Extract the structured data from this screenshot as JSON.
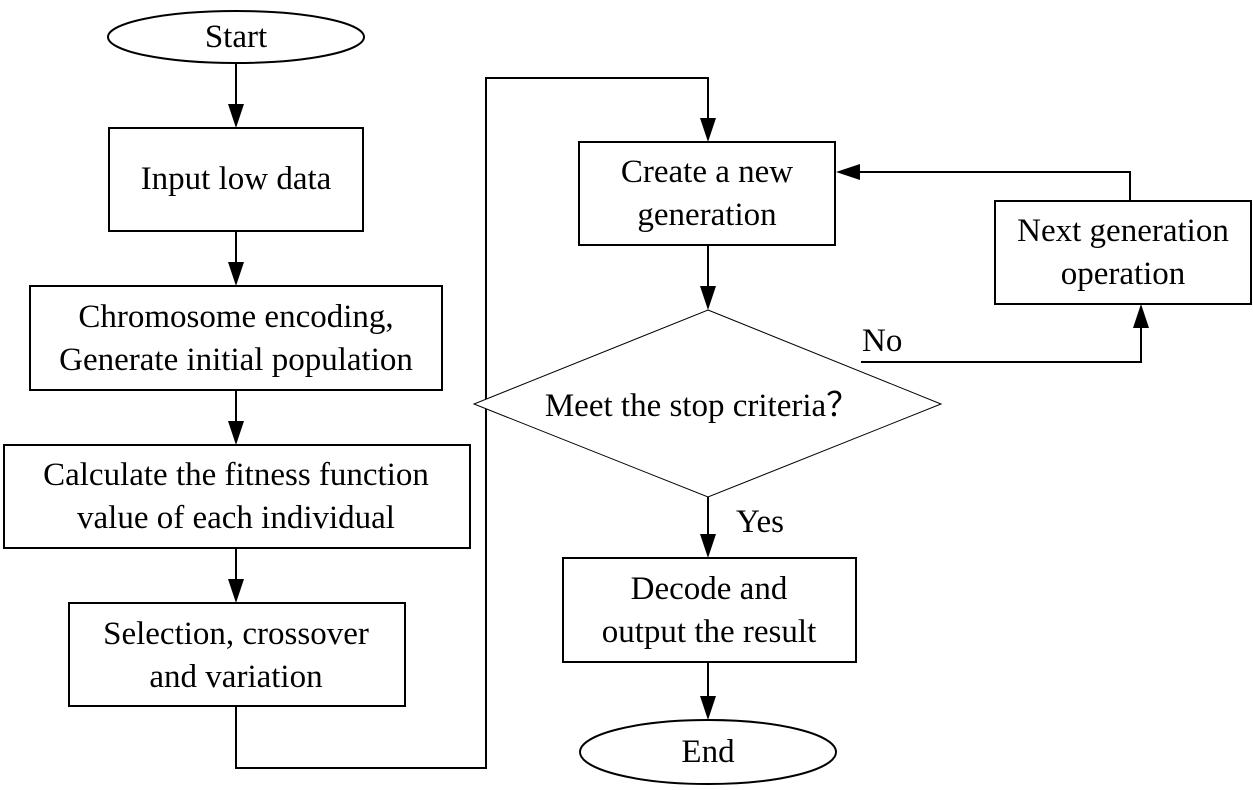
{
  "diagram": {
    "nodes": {
      "start": {
        "label": "Start"
      },
      "input": {
        "label": "Input low data"
      },
      "encode": {
        "line1": "Chromosome encoding,",
        "line2": "Generate initial population"
      },
      "fitness": {
        "line1": "Calculate the fitness function",
        "line2": "value of each individual"
      },
      "select": {
        "line1": "Selection, crossover",
        "line2": "and variation"
      },
      "create": {
        "line1": "Create a new",
        "line2": "generation"
      },
      "decision": {
        "label": "Meet the stop criteria？"
      },
      "next": {
        "line1": "Next generation",
        "line2": "operation"
      },
      "decode": {
        "line1": "Decode and",
        "line2": "output the result"
      },
      "end": {
        "label": "End"
      }
    },
    "edges": {
      "no_label": "No",
      "yes_label": "Yes"
    }
  }
}
